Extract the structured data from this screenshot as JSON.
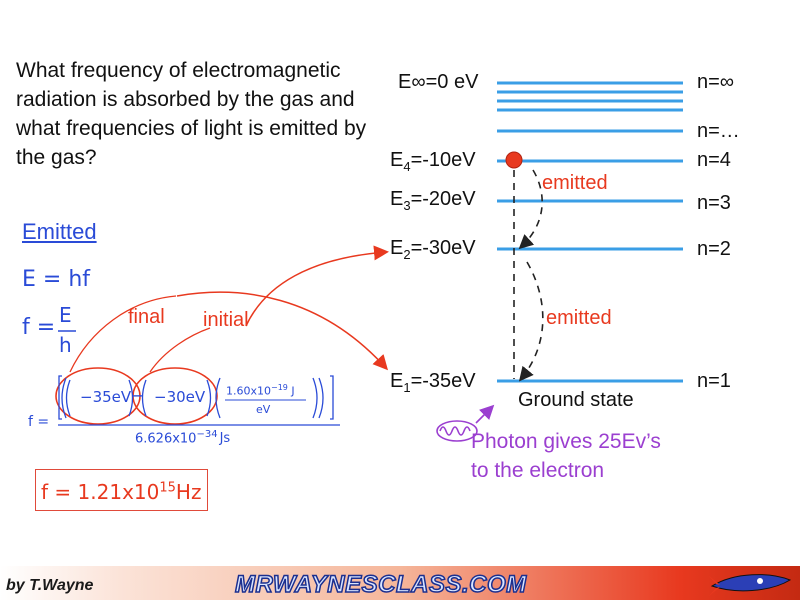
{
  "question": "What frequency of electromagnetic radiation is absorbed by the gas and what frequencies of light is emitted by the gas?",
  "emitted_section": {
    "title": "Emitted",
    "eq1_lhs": "E",
    "eq1_eq": "=",
    "eq1_rhs": "hf",
    "eq2_lhs": "f",
    "eq2_eq": "=",
    "eq2_num": "E",
    "eq2_den": "h",
    "label_final": "final",
    "label_initial": "initial",
    "calc_f": "f",
    "calc_eq": "=",
    "term_final": "−35eV",
    "term_initial": "−30eV",
    "minus": "−",
    "conv_num": "1.60x10",
    "conv_num_exp": "−19",
    "conv_num_unit": "J",
    "conv_den": "eV",
    "denominator": "6.626x10",
    "denominator_exp": "−34",
    "denominator_unit": "Js",
    "result_prefix": "f",
    "result_eq": "=",
    "result_mantissa": "1.21x10",
    "result_exp": "15",
    "result_unit": "Hz"
  },
  "energy_levels": {
    "infinity_label": "E∞=0 eV",
    "infinity_n": "n=∞",
    "dots_n": "n=…",
    "levels": [
      {
        "e_sym": "E",
        "sub": "4",
        "value": "=-10eV",
        "n": "n=4"
      },
      {
        "e_sym": "E",
        "sub": "3",
        "value": "=-20eV",
        "n": "n=3"
      },
      {
        "e_sym": "E",
        "sub": "2",
        "value": "=-30eV",
        "n": "n=2"
      },
      {
        "e_sym": "E",
        "sub": "1",
        "value": "=-35eV",
        "n": "n=1"
      }
    ],
    "ground_state": "Ground state",
    "emitted_upper": "emitted",
    "emitted_lower": "emitted",
    "photon_line1": "Photon gives 25Ev’s",
    "photon_line2": "to the electron"
  },
  "footer": {
    "byline": "by T.Wayne",
    "site": "MRWAYNESCLASS.COM"
  },
  "colors": {
    "level_line": "#3a9ee6",
    "formula_blue": "#2a4bd7",
    "annotation_red": "#e8391f",
    "photon_purple": "#9b3fd0"
  }
}
